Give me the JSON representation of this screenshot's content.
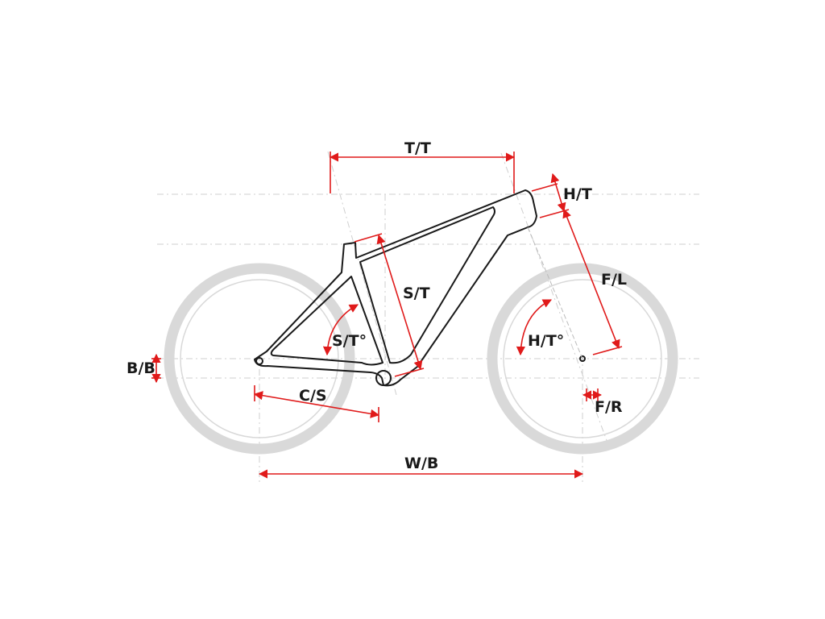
{
  "labels": {
    "top_tube": "T/T",
    "head_tube": "H/T",
    "seat_tube": "S/T",
    "fork_length": "F/L",
    "seat_tube_angle": "S/T°",
    "head_tube_angle": "H/T°",
    "bb_drop": "B/B",
    "chainstay": "C/S",
    "fork_rake": "F/R",
    "wheelbase": "W/B"
  },
  "colors": {
    "dimension": "#e01a1a",
    "frame": "#1a1a1a",
    "tire": "#d9d9d9",
    "guide": "#cfcfcf",
    "label": "#1a1a1a"
  }
}
